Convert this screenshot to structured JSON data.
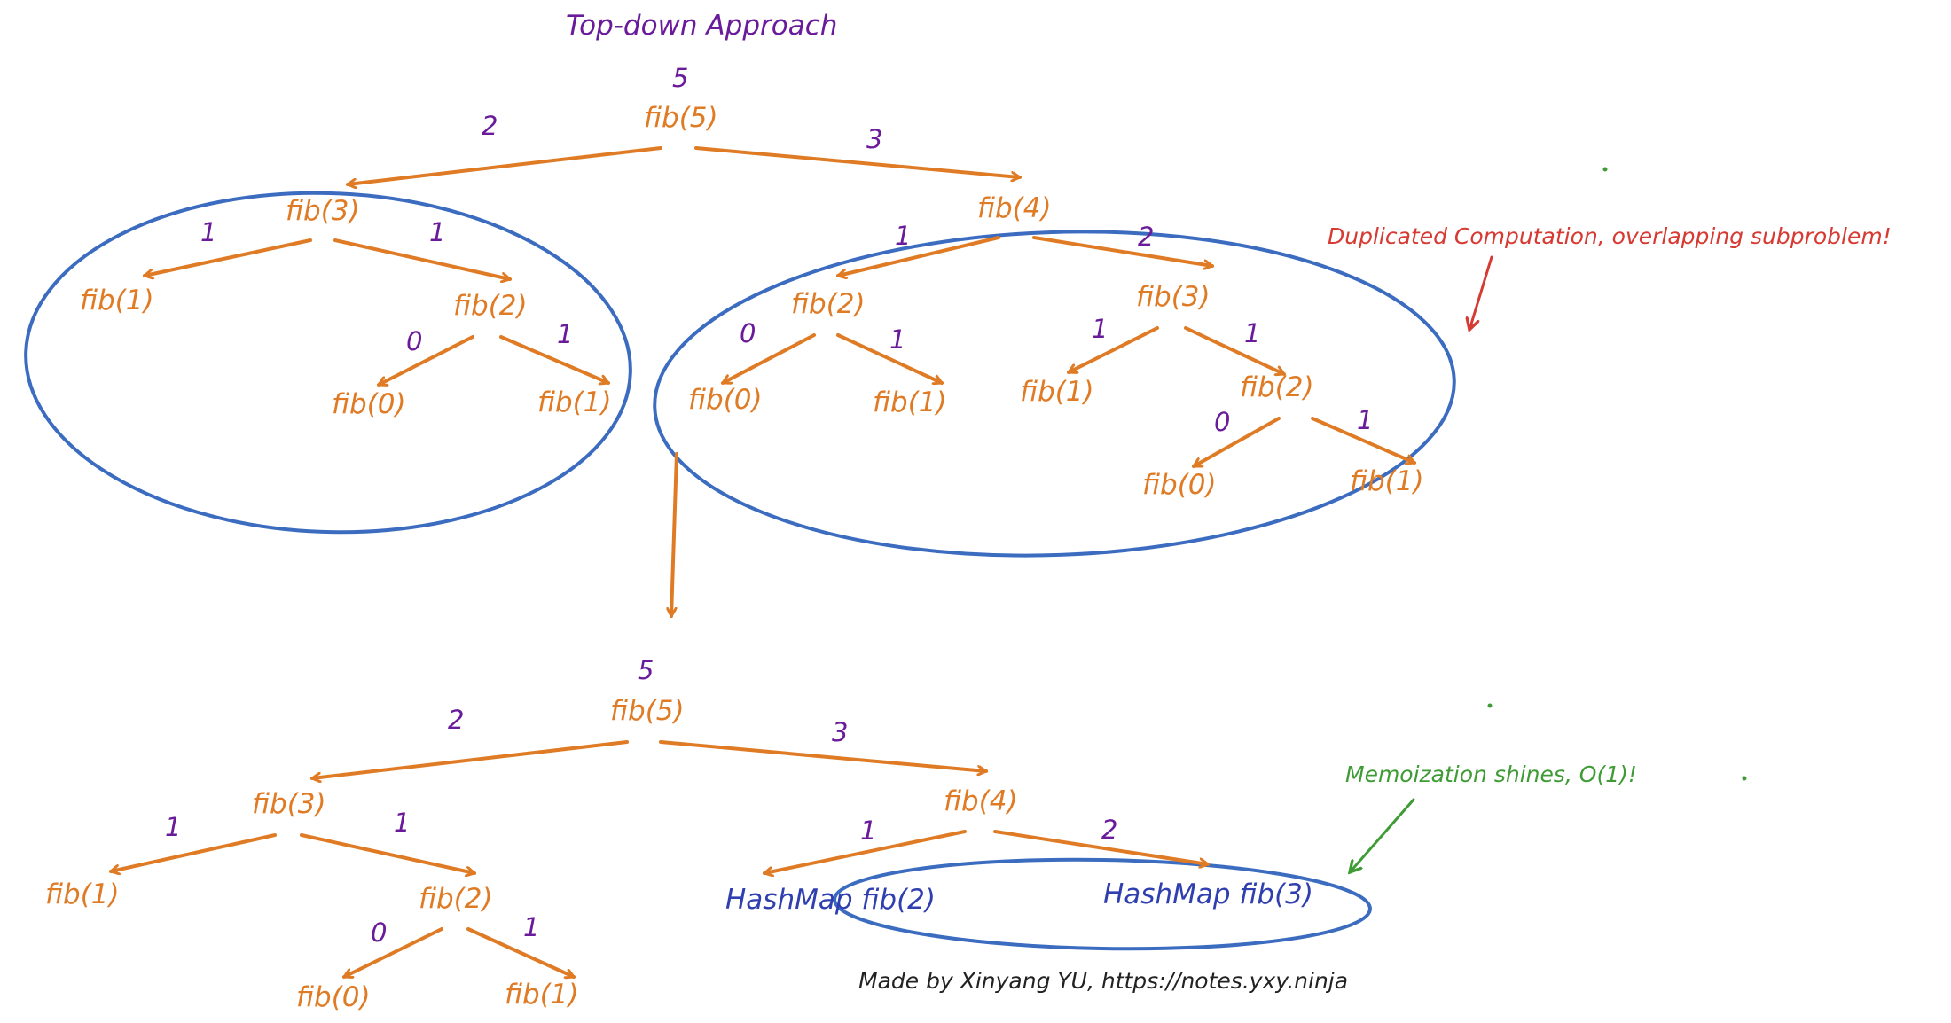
{
  "title": "Top-down Approach",
  "annotations": {
    "duplicated": "Duplicated Computation, overlapping subproblem!",
    "memo": "Memoization shines, O(1)!",
    "credit": "Made by Xinyang YU, https://notes.yxy.ninja"
  },
  "colors": {
    "node": "#e07b25",
    "number": "#6a1b9a",
    "ellipse": "#3b6cc0",
    "hashmap": "#2f3fb0",
    "red_note": "#d63a32",
    "green_note": "#3f9b35"
  },
  "top_tree": {
    "root": {
      "label": "fib(5)",
      "value": "5"
    },
    "left": {
      "edge": "2",
      "label": "fib(3)",
      "children": [
        {
          "edge": "1",
          "label": "fib(1)"
        },
        {
          "edge": "1",
          "label": "fib(2)",
          "children": [
            {
              "edge": "0",
              "label": "fib(0)"
            },
            {
              "edge": "1",
              "label": "fib(1)"
            }
          ]
        }
      ]
    },
    "right": {
      "edge": "3",
      "label": "fib(4)",
      "children": [
        {
          "edge": "1",
          "label": "fib(2)",
          "children": [
            {
              "edge": "0",
              "label": "fib(0)"
            },
            {
              "edge": "1",
              "label": "fib(1)"
            }
          ]
        },
        {
          "edge": "2",
          "label": "fib(3)",
          "children": [
            {
              "edge": "1",
              "label": "fib(1)"
            },
            {
              "edge": "1",
              "label": "fib(2)",
              "children": [
                {
                  "edge": "0",
                  "label": "fib(0)"
                },
                {
                  "edge": "1",
                  "label": "fib(1)"
                }
              ]
            }
          ]
        }
      ]
    }
  },
  "bottom_tree": {
    "root": {
      "label": "fib(5)",
      "value": "5"
    },
    "left": {
      "edge": "2",
      "label": "fib(3)",
      "children": [
        {
          "edge": "1",
          "label": "fib(1)"
        },
        {
          "edge": "1",
          "label": "fib(2)",
          "children": [
            {
              "edge": "0",
              "label": "fib(0)"
            },
            {
              "edge": "1",
              "label": "fib(1)"
            }
          ]
        }
      ]
    },
    "right": {
      "edge": "3",
      "label": "fib(4)",
      "children": [
        {
          "edge": "1",
          "label": "HashMap fib(2)"
        },
        {
          "edge": "2",
          "label": "HashMap fib(3)"
        }
      ]
    }
  }
}
